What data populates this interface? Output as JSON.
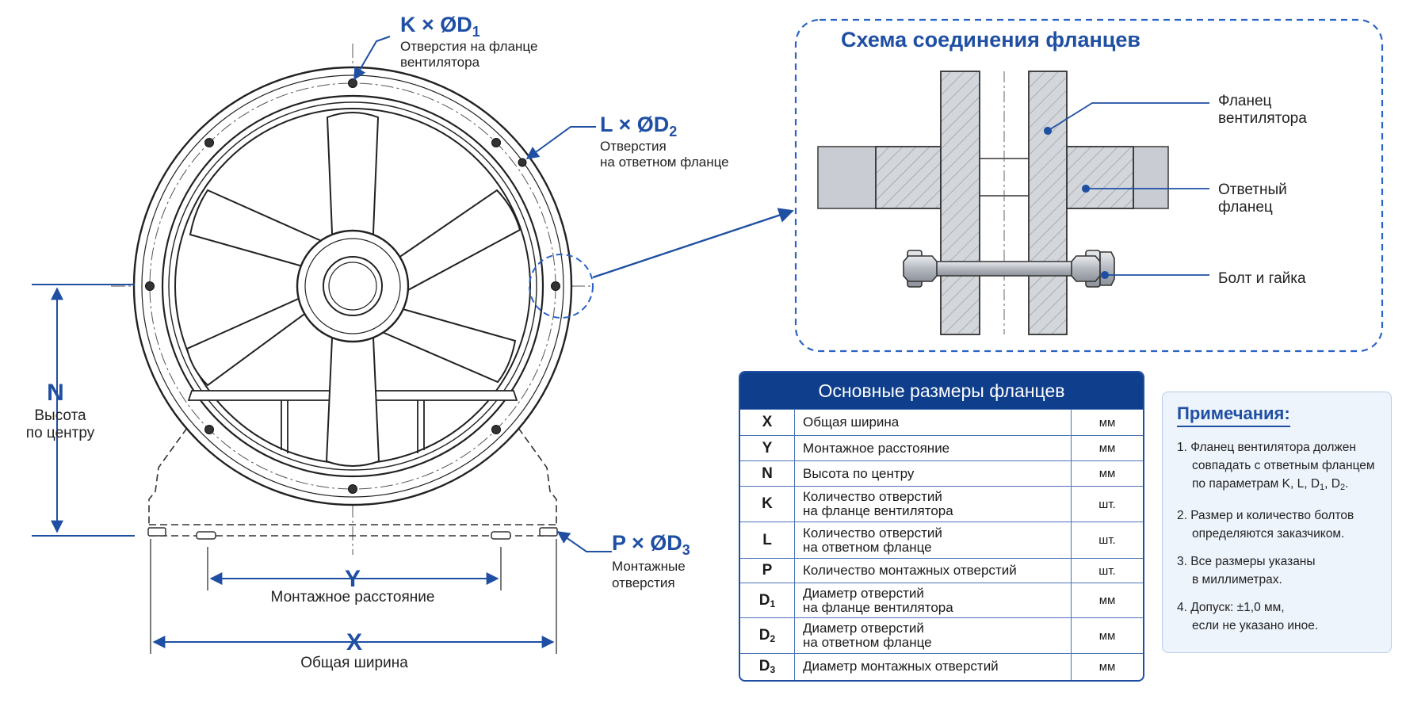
{
  "colors": {
    "accent": "#1f4fa3",
    "header_bg": "#0f3e8c",
    "notes_bg": "#eef4fc",
    "steel": "#c9ccd2"
  },
  "fan_drawing": {
    "k_label": {
      "main": "K × ØD",
      "sub": "1"
    },
    "k_desc": [
      "Отверстия на фланце",
      "вентилятора"
    ],
    "l_label": {
      "main": "L × ØD",
      "sub": "2"
    },
    "l_desc": [
      "Отверстия",
      "на ответном фланце"
    ],
    "p_label": {
      "main": "P × ØD",
      "sub": "3"
    },
    "p_desc": [
      "Монтажные",
      "отверстия"
    ],
    "n_label": "N",
    "n_desc": [
      "Высота",
      "по центру"
    ],
    "y_label": "Y",
    "y_desc": "Монтажное расстояние",
    "x_label": "X",
    "x_desc": "Общая ширина"
  },
  "connection": {
    "title": "Схема соединения фланцев",
    "fan_flange": [
      "Фланец",
      "вентилятора"
    ],
    "mating_flange": [
      "Ответный",
      "фланец"
    ],
    "bolt_nut": "Болт и гайка"
  },
  "table": {
    "title": "Основные размеры фланцев",
    "rows": [
      {
        "sym": "X",
        "sub": "",
        "desc": [
          "Общая ширина"
        ],
        "unit": "мм"
      },
      {
        "sym": "Y",
        "sub": "",
        "desc": [
          "Монтажное расстояние"
        ],
        "unit": "мм"
      },
      {
        "sym": "N",
        "sub": "",
        "desc": [
          "Высота по центру"
        ],
        "unit": "мм"
      },
      {
        "sym": "K",
        "sub": "",
        "desc": [
          "Количество отверстий",
          "на фланце вентилятора"
        ],
        "unit": "шт."
      },
      {
        "sym": "L",
        "sub": "",
        "desc": [
          "Количество отверстий",
          "на ответном фланце"
        ],
        "unit": "шт."
      },
      {
        "sym": "P",
        "sub": "",
        "desc": [
          "Количество монтажных отверстий"
        ],
        "unit": "шт."
      },
      {
        "sym": "D",
        "sub": "1",
        "desc": [
          "Диаметр отверстий",
          "на фланце вентилятора"
        ],
        "unit": "мм"
      },
      {
        "sym": "D",
        "sub": "2",
        "desc": [
          "Диаметр отверстий",
          "на ответном фланце"
        ],
        "unit": "мм"
      },
      {
        "sym": "D",
        "sub": "3",
        "desc": [
          "Диаметр монтажных отверстий"
        ],
        "unit": "мм"
      }
    ]
  },
  "notes": {
    "title": "Примечания:",
    "item1_lines": [
      "1. Фланец вентилятора должен",
      "совпадать с ответным фланцем",
      "по параметрам K, L, D"
    ],
    "item1_subs": [
      "1",
      "2"
    ],
    "item2": [
      "2. Размер и количество болтов",
      "определяются заказчиком."
    ],
    "item3": [
      "3. Все размеры указаны",
      "в миллиметрах."
    ],
    "item4": [
      "4. Допуск: ±1,0 мм,",
      "если не указано иное."
    ]
  }
}
